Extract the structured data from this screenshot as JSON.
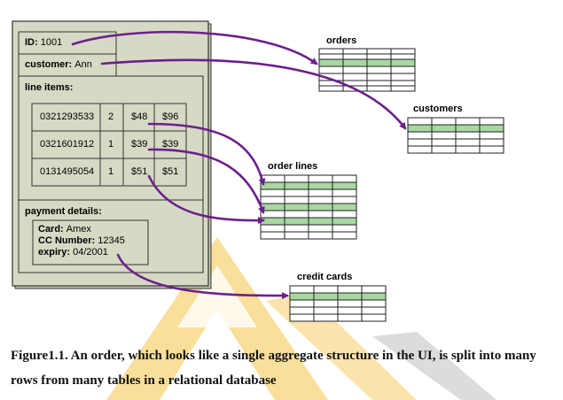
{
  "order_form": {
    "id_label": "ID:",
    "id_value": "1001",
    "customer_label": "customer:",
    "customer_value": "Ann",
    "line_items_label": "line items:",
    "line_items": [
      [
        "0321293533",
        "2",
        "$48",
        "$96"
      ],
      [
        "0321601912",
        "1",
        "$39",
        "$39"
      ],
      [
        "0131495054",
        "1",
        "$51",
        "$51"
      ]
    ],
    "payment_label": "payment details:",
    "card_label": "Card:",
    "card_value": "Amex",
    "cc_label": "CC Number:",
    "cc_value": "12345",
    "expiry_label": "expiry:",
    "expiry_value": "04/2001"
  },
  "tables": {
    "orders": "orders",
    "customers": "customers",
    "order_lines": "order lines",
    "credit_cards": "credit cards"
  },
  "caption": "Figure1.1. An order, which looks like a single aggregate structure in the UI, is split into many rows from many tables in a relational database",
  "colors": {
    "panel": "#d6d9c4",
    "highlight_row": "#a8d7a2",
    "arrow": "#6c1f8c",
    "watermark": "#f3b21b"
  }
}
